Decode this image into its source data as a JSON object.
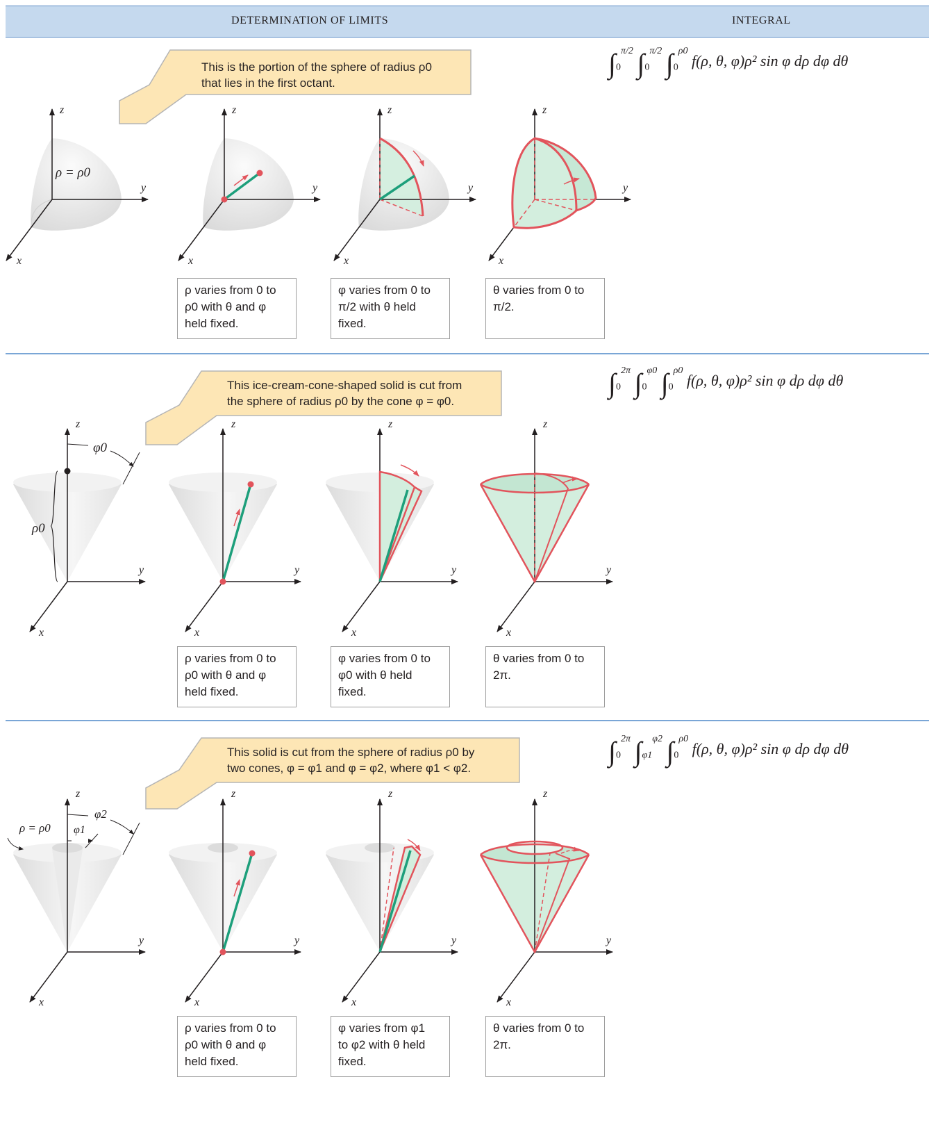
{
  "header": {
    "left": "DETERMINATION OF LIMITS",
    "right": "INTEGRAL"
  },
  "colors": {
    "header_bg": "#c5d9ee",
    "callout_fill": "#fde6b5",
    "solid_fill": "#d3eede",
    "edge_red": "#e2545c",
    "segment_green": "#1d9f7b",
    "gray_solid": "#e6e6e6"
  },
  "axis_labels": {
    "z": "z",
    "y": "y",
    "x": "x"
  },
  "rows": [
    {
      "callout": [
        "This is the portion of the sphere of radius ρ0",
        "that lies in the first octant."
      ],
      "integral": "∫₀^{π/2} ∫₀^{π/2} ∫₀^{ρ0} f(ρ, θ, φ)ρ² sin φ dρ dφ dθ",
      "integral_parts": {
        "outer_upper": "π/2",
        "outer_lower": "0",
        "middle_upper": "π/2",
        "middle_lower": "0",
        "inner_upper": "ρ0",
        "inner_lower": "0",
        "integrand": "f(ρ, θ, φ)ρ² sin φ dρ dφ dθ"
      },
      "figure_label": "ρ = ρ0",
      "captions": [
        [
          "ρ varies from 0 to",
          "ρ0 with θ and φ",
          "held fixed."
        ],
        [
          "φ varies from 0 to",
          "π/2 with θ held",
          "fixed."
        ],
        [
          "θ varies from 0 to",
          "π/2."
        ]
      ]
    },
    {
      "callout": [
        "This ice-cream-cone-shaped solid is cut from",
        "the sphere of radius ρ0 by the cone φ = φ0."
      ],
      "integral_parts": {
        "outer_upper": "2π",
        "outer_lower": "0",
        "middle_upper": "φ0",
        "middle_lower": "0",
        "inner_upper": "ρ0",
        "inner_lower": "0",
        "integrand": "f(ρ, θ, φ)ρ² sin φ dρ dφ dθ"
      },
      "figure_labels": {
        "angle": "φ0",
        "radius": "ρ0"
      },
      "captions": [
        [
          "ρ varies from 0 to",
          "ρ0 with θ and φ",
          "held fixed."
        ],
        [
          "φ varies from 0 to",
          "φ0 with θ held",
          "fixed."
        ],
        [
          "θ varies from 0 to",
          "2π."
        ]
      ]
    },
    {
      "callout": [
        "This solid is cut from the sphere of radius ρ0 by",
        "two cones, φ = φ1 and φ = φ2, where φ1 < φ2."
      ],
      "integral_parts": {
        "outer_upper": "2π",
        "outer_lower": "0",
        "middle_upper": "φ2",
        "middle_lower": "φ1",
        "inner_upper": "ρ0",
        "inner_lower": "0",
        "integrand": "f(ρ, θ, φ)ρ² sin φ dρ dφ dθ"
      },
      "figure_labels": {
        "sphere": "ρ = ρ0",
        "angle1": "φ1",
        "angle2": "φ2"
      },
      "captions": [
        [
          "ρ varies from 0 to",
          "ρ0 with θ and φ",
          "held fixed."
        ],
        [
          "φ varies from φ1",
          "to φ2 with θ held",
          "fixed."
        ],
        [
          "θ varies from 0 to",
          "2π."
        ]
      ]
    }
  ]
}
